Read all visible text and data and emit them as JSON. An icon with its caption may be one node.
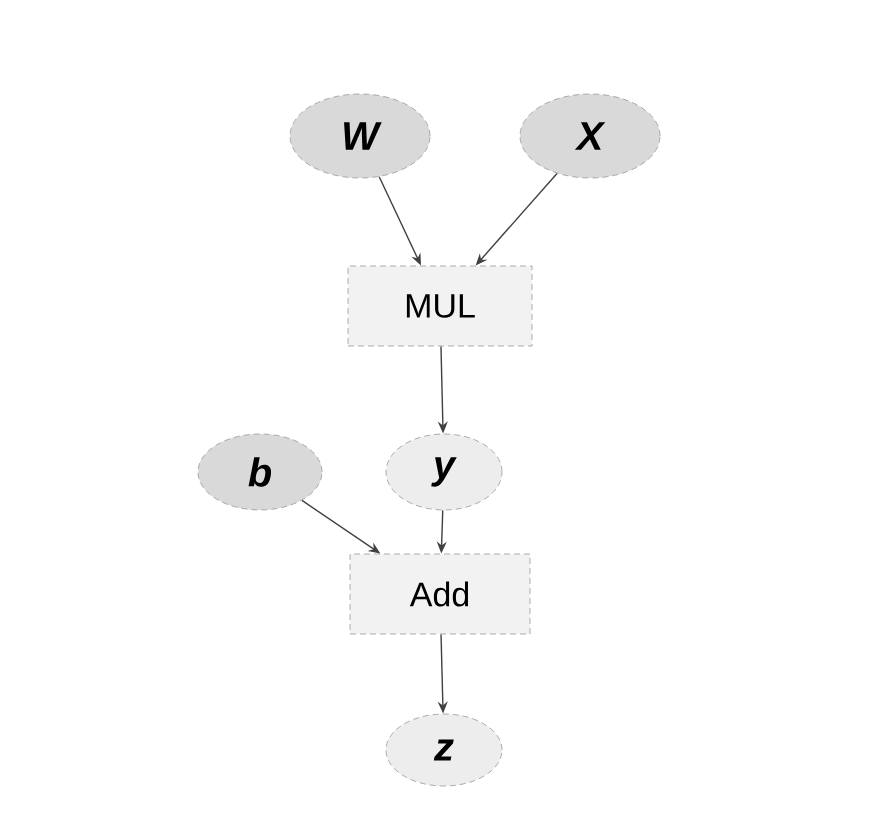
{
  "diagram": {
    "nodes": [
      {
        "text": [
          "W"
        ]
      },
      {
        "text": [
          "X"
        ]
      },
      {
        "text": [
          "MUL"
        ]
      },
      {
        "text": [
          "b"
        ]
      },
      {
        "text": [
          "y"
        ]
      },
      {
        "text": [
          "Add"
        ]
      },
      {
        "text": [
          "z"
        ]
      }
    ],
    "edges": [
      {
        "from": 0,
        "to": 2,
        "arrow": "to"
      },
      {
        "from": 1,
        "to": 2,
        "arrow": "to"
      },
      {
        "from": 2,
        "to": 4,
        "arrow": "to"
      },
      {
        "from": 3,
        "to": 5,
        "arrow": "to"
      },
      {
        "from": 4,
        "to": 5,
        "arrow": "to"
      },
      {
        "from": 5,
        "to": 6,
        "arrow": "to"
      }
    ]
  }
}
